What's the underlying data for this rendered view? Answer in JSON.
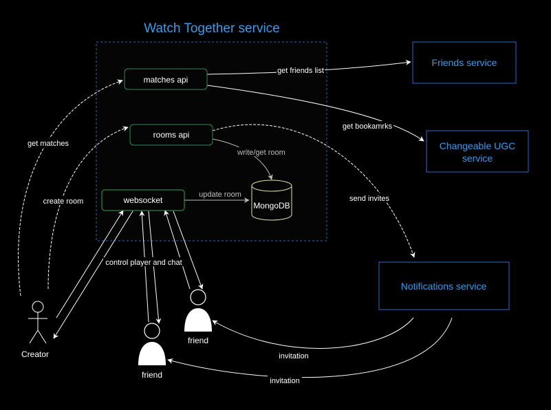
{
  "diagram": {
    "title": "Watch Together service",
    "components": {
      "matches_api": "matches api",
      "rooms_api": "rooms api",
      "websocket": "websocket",
      "mongodb": "MongoDB"
    },
    "services": {
      "friends": "Friends service",
      "ugc_line1": "Changeable UGC",
      "ugc_line2": "service",
      "notifications": "Notifications service"
    },
    "actors": {
      "creator": "Creator",
      "friend_1": "friend",
      "friend_2": "friend"
    },
    "edges": {
      "get_friends_list": "get friends list",
      "get_bookmarks": "get bookamrks",
      "write_get_room": "write/get room",
      "update_room": "update room",
      "send_invites": "send invites",
      "get_matches": "get matches",
      "create_room": "create room",
      "control_player_and_chat": "control player and chat",
      "invitation_1": "invitation",
      "invitation_2": "invitation"
    },
    "colors": {
      "background": "#000000",
      "title": "#3d9ae8",
      "service_text": "#3b99f0",
      "service_border": "#2f6ad6",
      "component_border": "#2e8b57",
      "websocket_border": "#2fa84f",
      "mongodb_border": "#e6e6a0",
      "dashed_border": "#2b6ca8",
      "arrow": "#ffffff",
      "text": "#ffffff"
    }
  }
}
